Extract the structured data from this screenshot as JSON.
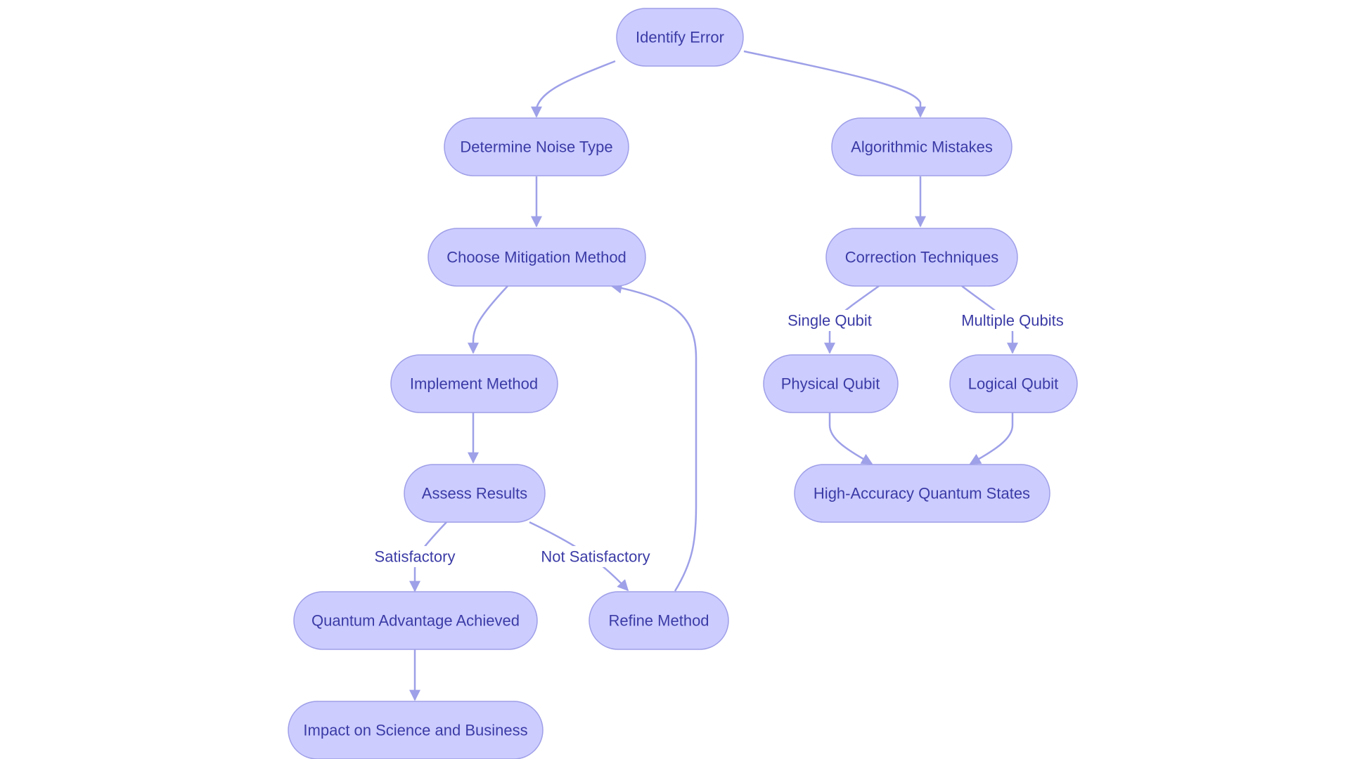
{
  "colors": {
    "node_fill": "#ccccff",
    "node_stroke": "#9f9fe8",
    "edge": "#9ea0e8",
    "text": "#3b3ba6",
    "background": "#ffffff"
  },
  "nodes": [
    {
      "id": "identify-error",
      "label": "Identify Error"
    },
    {
      "id": "determine-noise-type",
      "label": "Determine Noise Type"
    },
    {
      "id": "algorithmic-mistakes",
      "label": "Algorithmic Mistakes"
    },
    {
      "id": "choose-mitigation-method",
      "label": "Choose Mitigation Method"
    },
    {
      "id": "correction-techniques",
      "label": "Correction Techniques"
    },
    {
      "id": "implement-method",
      "label": "Implement Method"
    },
    {
      "id": "physical-qubit",
      "label": "Physical Qubit"
    },
    {
      "id": "logical-qubit",
      "label": "Logical Qubit"
    },
    {
      "id": "assess-results",
      "label": "Assess Results"
    },
    {
      "id": "high-accuracy-quantum-states",
      "label": "High-Accuracy Quantum States"
    },
    {
      "id": "quantum-advantage-achieved",
      "label": "Quantum Advantage Achieved"
    },
    {
      "id": "refine-method",
      "label": "Refine Method"
    },
    {
      "id": "impact-on-science-and-business",
      "label": "Impact on Science and Business"
    }
  ],
  "edges": [
    {
      "from": "identify-error",
      "to": "determine-noise-type",
      "label": ""
    },
    {
      "from": "identify-error",
      "to": "algorithmic-mistakes",
      "label": ""
    },
    {
      "from": "determine-noise-type",
      "to": "choose-mitigation-method",
      "label": ""
    },
    {
      "from": "algorithmic-mistakes",
      "to": "correction-techniques",
      "label": ""
    },
    {
      "from": "choose-mitigation-method",
      "to": "implement-method",
      "label": ""
    },
    {
      "from": "correction-techniques",
      "to": "physical-qubit",
      "label": "Single Qubit"
    },
    {
      "from": "correction-techniques",
      "to": "logical-qubit",
      "label": "Multiple Qubits"
    },
    {
      "from": "implement-method",
      "to": "assess-results",
      "label": ""
    },
    {
      "from": "physical-qubit",
      "to": "high-accuracy-quantum-states",
      "label": ""
    },
    {
      "from": "logical-qubit",
      "to": "high-accuracy-quantum-states",
      "label": ""
    },
    {
      "from": "assess-results",
      "to": "quantum-advantage-achieved",
      "label": "Satisfactory"
    },
    {
      "from": "assess-results",
      "to": "refine-method",
      "label": "Not Satisfactory"
    },
    {
      "from": "refine-method",
      "to": "choose-mitigation-method",
      "label": ""
    },
    {
      "from": "quantum-advantage-achieved",
      "to": "impact-on-science-and-business",
      "label": ""
    }
  ]
}
